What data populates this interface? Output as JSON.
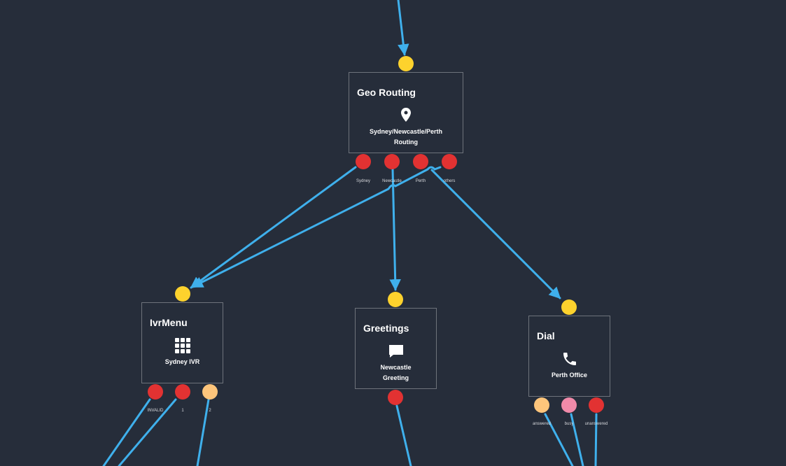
{
  "colors": {
    "background": "#262d3a",
    "node_border": "#6e737b",
    "edge": "#3fb0ec",
    "input_port": "#fdd22d",
    "output_red": "#e23232",
    "output_orange": "#fdc57b",
    "output_pink": "#f08aa9"
  },
  "nodes": {
    "geo_routing": {
      "title": "Geo Routing",
      "icon": "map-pin-icon",
      "label_line1": "Sydney/Newcastle/Perth",
      "label_line2": "Routing",
      "outputs": [
        "Sydney",
        "Newcastle",
        "Perth",
        "others"
      ]
    },
    "ivr_menu": {
      "title": "IvrMenu",
      "icon": "keypad-grid-icon",
      "label_line1": "Sydney IVR",
      "outputs": [
        "INVALID",
        "1",
        "2"
      ]
    },
    "greetings": {
      "title": "Greetings",
      "icon": "chat-bubble-icon",
      "label_line1": "Newcastle",
      "label_line2": "Greeting"
    },
    "dial": {
      "title": "Dial",
      "icon": "phone-icon",
      "label_line1": "Perth Office",
      "outputs": [
        "answered",
        "busy",
        "unanswered"
      ]
    }
  }
}
